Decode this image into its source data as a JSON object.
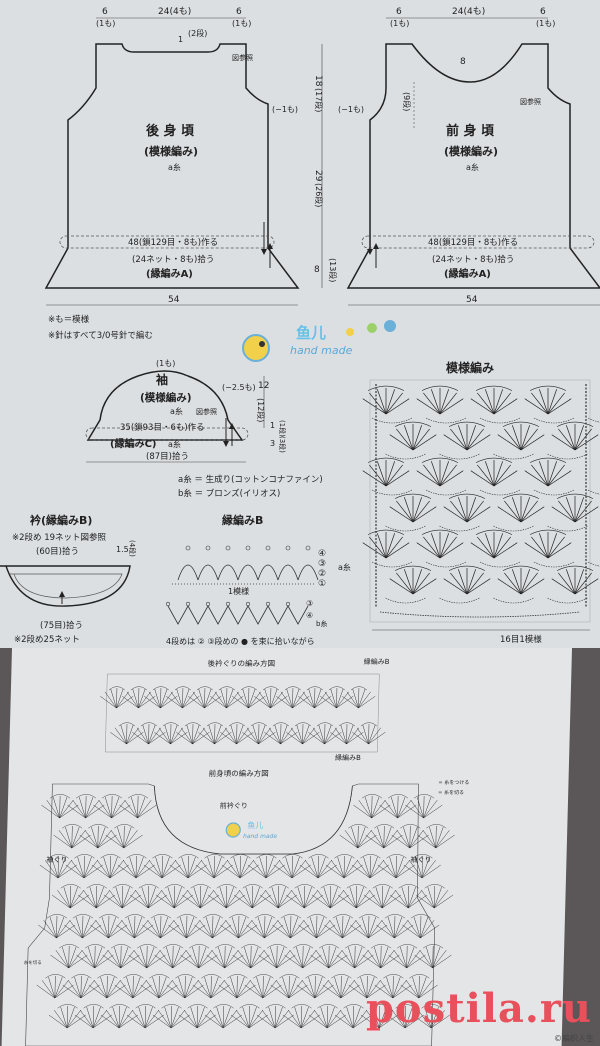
{
  "back": {
    "top_dims": [
      "6",
      "24(4も)",
      "6"
    ],
    "top_dims_sub": [
      "(1も)",
      "(1も)"
    ],
    "neck_notes": [
      "1",
      "(2段)"
    ],
    "ref_label": "図参照",
    "side_dec": "(−1も)",
    "title": "後 身 頃",
    "pattern": "(模様編み)",
    "yarn": "a糸",
    "cast_on": "48(鎖129目・8も)作る",
    "pickup": "(24ネット・8も)拾う",
    "border": "(縁編みA)",
    "bottom_width": "54"
  },
  "front": {
    "top_dims": [
      "6",
      "24(4も)",
      "6"
    ],
    "top_dims_sub": [
      "(1も)",
      "(1も)"
    ],
    "neck_depth": "8",
    "neck_rows": "(9段)",
    "ref_label": "図参照",
    "side_dec": "(−1も)",
    "title": "前 身 頃",
    "pattern": "(模様編み)",
    "yarn": "a糸",
    "cast_on": "48(鎖129目・8も)作る",
    "pickup": "(24ネット・8も)拾う",
    "border": "(縁編みA)",
    "bottom_width": "54"
  },
  "vert_dims": {
    "armhole": "18",
    "armhole_rows": "(17段)",
    "body": "29",
    "body_rows": "(26段)",
    "border": "8",
    "border_rows": "(13段)"
  },
  "notes": [
    "※も＝模様",
    "※針はすべて3/0号針で編む"
  ],
  "sleeve": {
    "top": "(1も)",
    "title": "袖",
    "pattern": "(模様編み)",
    "yarn": "a糸",
    "ref_label": "図参照",
    "dec": "(−2.5も)",
    "height": "12",
    "height_rows": "(12段)",
    "cast_on": "35(鎖93目・6も)作る",
    "border": "(縁編みC)",
    "border_yarn": "a糸",
    "pickup": "(87目)拾う",
    "side_a": "1",
    "side_a_rows": "(1段)",
    "side_b": "3",
    "side_b_rows": "(3段)"
  },
  "yarn_legend": [
    "a糸 ＝ 生成り(コットンコナファイン)",
    "b糸 ＝ ブロンズ(イリオス)"
  ],
  "pattern_title": "模様編み",
  "pattern_repeat": "16目1模様",
  "collar": {
    "title": "衿(縁編みB)",
    "note1": "※2段め 19ネット図参照",
    "pickup_top": "(60目)拾う",
    "height": "1.5",
    "height_rows": "(4段)",
    "pickup_bottom": "(75目)拾う",
    "note2": "※2段め25ネット"
  },
  "border_b": {
    "title": "縁編みB",
    "row_marks": [
      "④",
      "③",
      "②",
      "①"
    ],
    "yarn": "a糸",
    "repeat": "1模様",
    "row_marks2": [
      "③",
      "④",
      "b糸"
    ],
    "note": "4段めは ② ③段めの ● を束に拾いながら"
  },
  "page2": {
    "back_title": "後衿ぐりの編み方図",
    "border_b_label": "縁編みB",
    "front_title": "前身頃の編み方図",
    "front_neck": "前衿ぐり",
    "armhole_left": "袖ぐり",
    "armhole_right": "袖ぐり",
    "legend": [
      "= 糸をつける",
      "= 糸を切る"
    ],
    "cut_label": "糸を切る",
    "watermark": "postila.ru",
    "watermark_small": "©編织人生"
  },
  "logo": {
    "cn": "鱼儿",
    "en": "hand made"
  }
}
